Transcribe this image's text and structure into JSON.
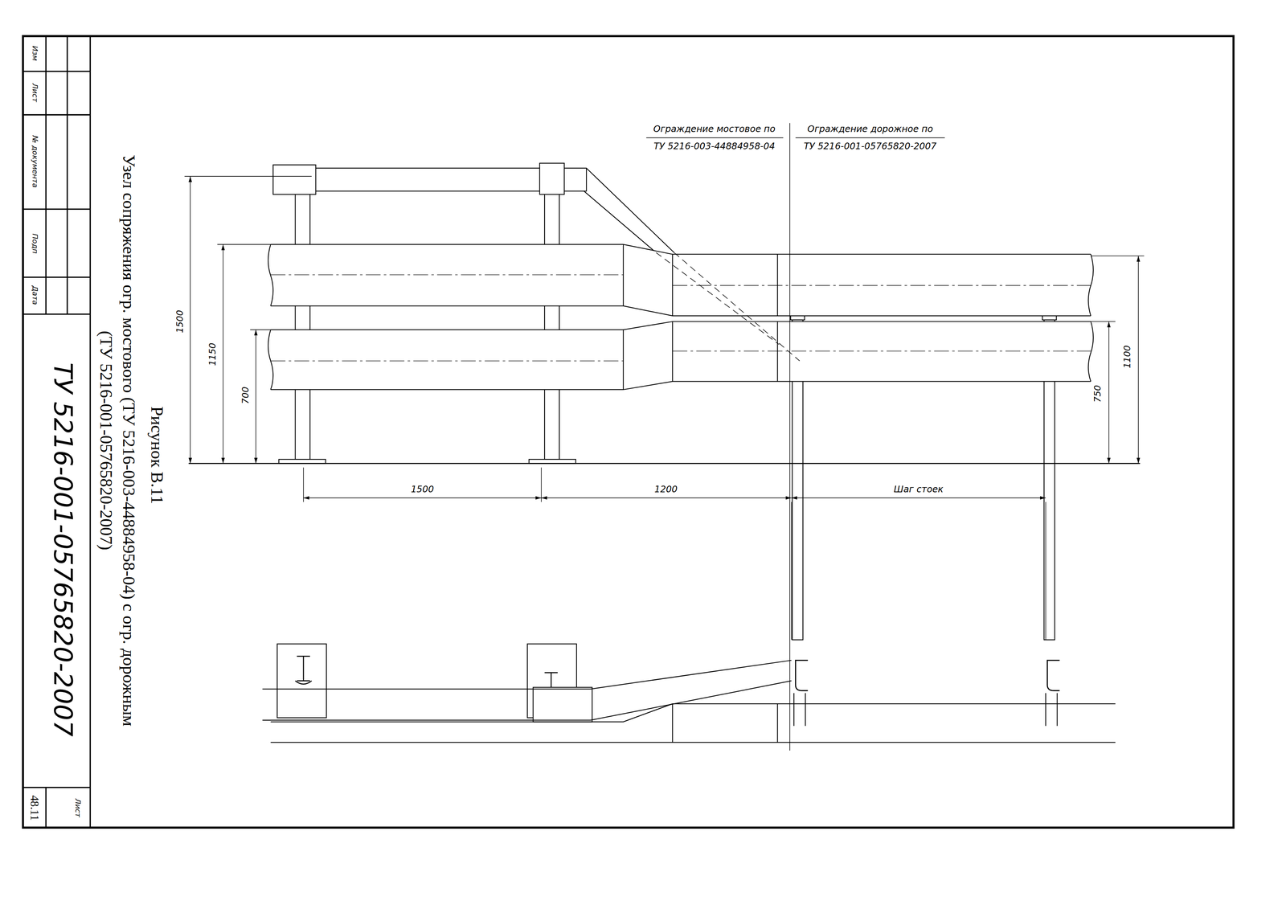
{
  "diagram": {
    "title": "Узел сопряжения огр. мостового (ТУ 5216-003-44884958-04) с огр. дорожным (ТУ 5216-001-05765820-2007)",
    "caption": "Рисунок В.11",
    "labels": [
      "Изм",
      "Лист",
      "№ документа",
      "Подп",
      "Дата",
      "ТУ 5216-001-05765820-2007",
      "Лист",
      "48.11",
      "Ограждение мостовое по",
      "ТУ 5216-003-44884958-04",
      "Ограждение дорожное по",
      "ТУ 5216-001-05765820-2007",
      "1500",
      "1150",
      "700",
      "1500",
      "1200",
      "Шаг стоек",
      "750",
      "1100"
    ]
  }
}
